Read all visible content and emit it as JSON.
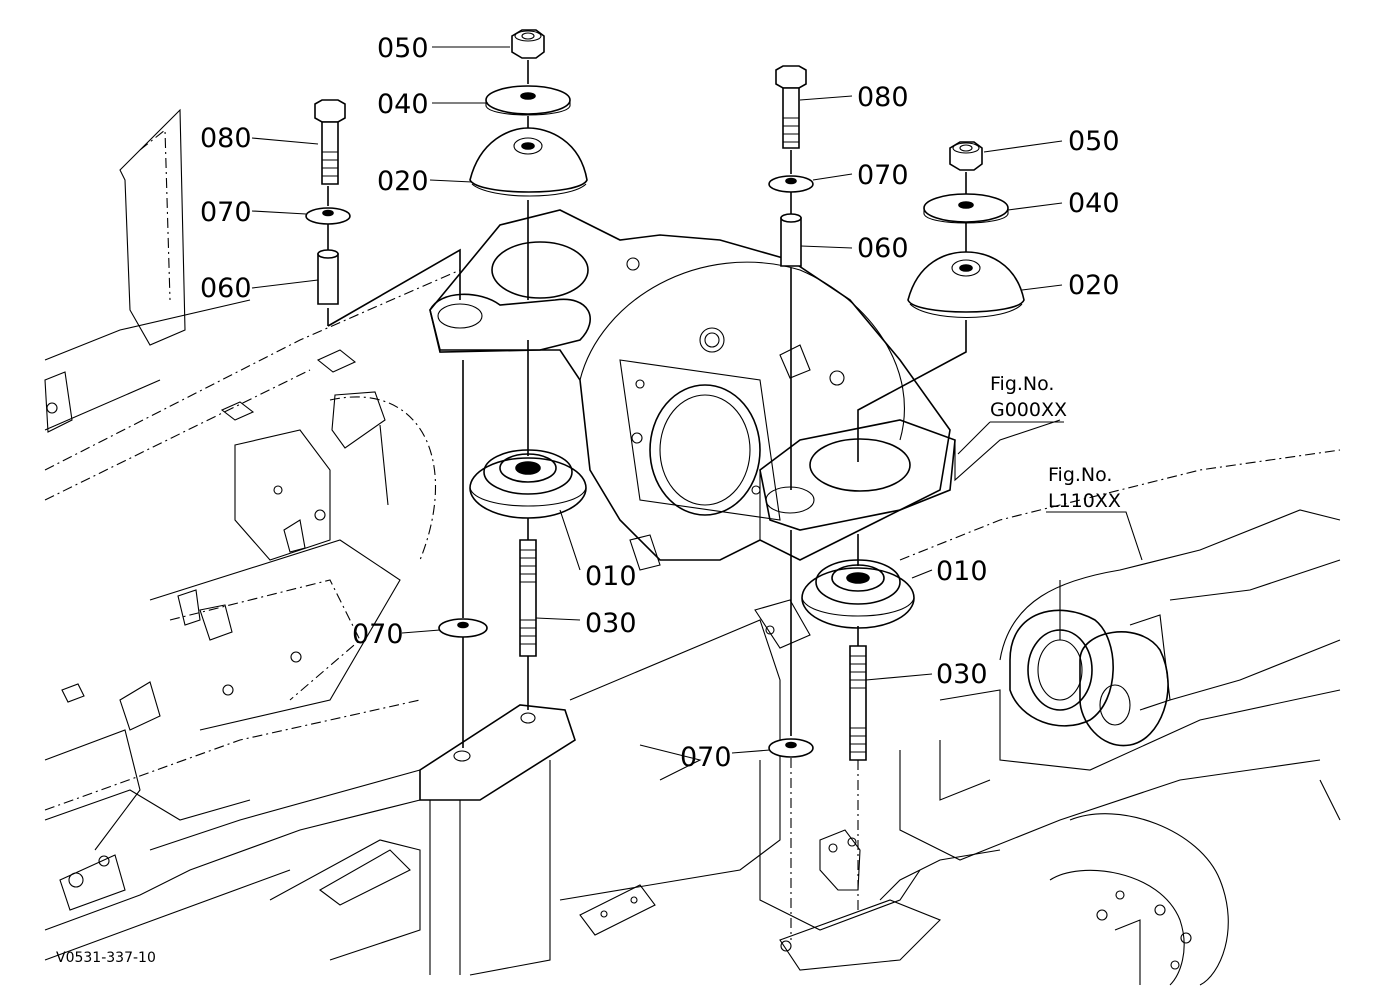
{
  "figure": {
    "id": "V0531-337-10",
    "references": [
      {
        "fig_label": "Fig.No.",
        "fig_code": "G000XX"
      },
      {
        "fig_label": "Fig.No.",
        "fig_code": "L110XX"
      }
    ],
    "callouts": [
      "050",
      "040",
      "020",
      "080",
      "070",
      "060",
      "010",
      "030",
      "070",
      "080",
      "070",
      "060",
      "050",
      "040",
      "020",
      "010",
      "030",
      "070"
    ]
  }
}
